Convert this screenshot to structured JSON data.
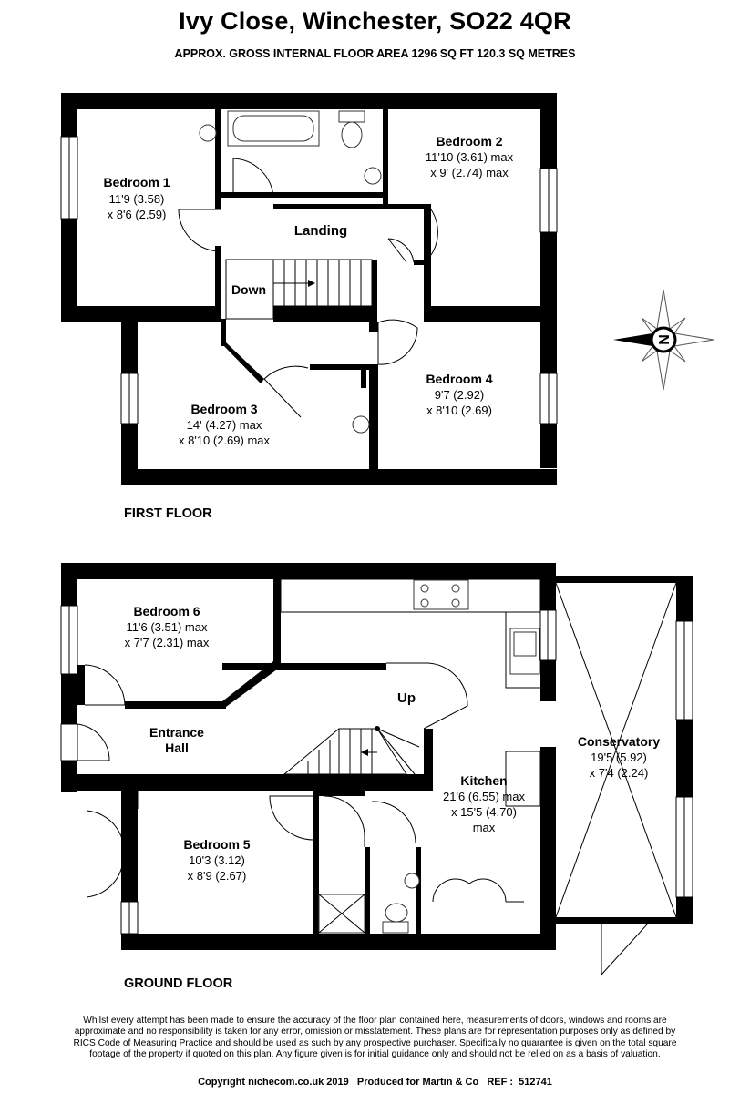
{
  "header": {
    "title": "Ivy Close, Winchester, SO22 4QR",
    "subtitle": "APPROX. GROSS INTERNAL FLOOR AREA 1296 SQ FT 120.3 SQ METRES"
  },
  "first_floor": {
    "label": "FIRST FLOOR",
    "rooms": [
      {
        "name": "Bedroom 1",
        "dims": [
          "11'9 (3.58)",
          "x 8'6 (2.59)"
        ]
      },
      {
        "name": "Bedroom 2",
        "dims": [
          "11'10 (3.61) max",
          "x 9' (2.74) max"
        ]
      },
      {
        "name": "Landing",
        "dims": []
      },
      {
        "name": "Down",
        "dims": []
      },
      {
        "name": "Bedroom 3",
        "dims": [
          "14' (4.27) max",
          "x 8'10 (2.69) max"
        ]
      },
      {
        "name": "Bedroom 4",
        "dims": [
          "9'7 (2.92)",
          "x 8'10 (2.69)"
        ]
      }
    ]
  },
  "ground_floor": {
    "label": "GROUND FLOOR",
    "rooms": [
      {
        "name": "Bedroom 6",
        "dims": [
          "11'6 (3.51) max",
          "x 7'7 (2.31) max"
        ]
      },
      {
        "name": "Up",
        "dims": []
      },
      {
        "name": "Entrance",
        "dims": [
          "Hall"
        ]
      },
      {
        "name": "Conservatory",
        "dims": [
          "19'5 (5.92)",
          "x 7'4 (2.24)"
        ]
      },
      {
        "name": "Kitchen",
        "dims": [
          "21'6 (6.55) max",
          "x 15'5 (4.70)",
          "max"
        ]
      },
      {
        "name": "Bedroom 5",
        "dims": [
          "10'3 (3.12)",
          "x 8'9 (2.67)"
        ]
      }
    ]
  },
  "compass": {
    "letter": "N",
    "icon": "compass-rose-icon"
  },
  "footer": {
    "disclaimer": "Whilst every attempt has been made to ensure the accuracy of the floor plan contained here, measurements of doors, windows and rooms are approximate and no responsibility is taken for any error, omission or misstatement. These plans are for representation purposes only as defined by RICS Code of Measuring Practice and should be used as such by any prospective purchaser. Specifically no guarantee is given on the total square footage of the property if quoted on this plan. Any figure given is for initial guidance only and should not be relied on as a basis of valuation.",
    "copyright": "Copyright nichecom.co.uk 2019   Produced for Martin & Co   REF :  512741"
  },
  "colors": {
    "wall": "#000000",
    "fixture": "#333333",
    "background": "#ffffff"
  }
}
